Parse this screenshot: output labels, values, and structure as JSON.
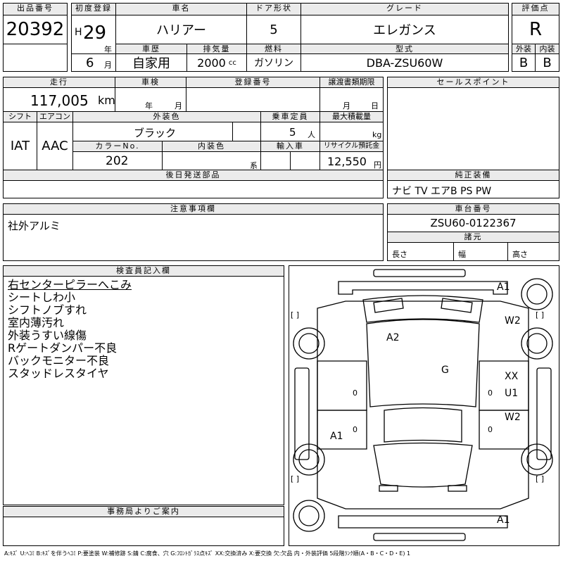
{
  "labels": {
    "lot_no": "出品番号",
    "first_reg": "初度登録",
    "car_name": "車名",
    "door": "ドア形状",
    "grade": "グレード",
    "score": "評価点",
    "history": "車歴",
    "displacement": "排気量",
    "fuel": "燃料",
    "model": "型式",
    "exterior": "外装",
    "interior": "内装",
    "mileage": "走行",
    "inspection": "車検",
    "reg_no": "登録番号",
    "transfer": "譲渡書類期限",
    "sales_point": "セールスポイント",
    "shift": "シフト",
    "aircon": "エアコン",
    "ext_color": "外装色",
    "capacity": "乗車定員",
    "max_load": "最大積載量",
    "color_no": "カラーNo.",
    "int_color": "内装色",
    "import": "輸入車",
    "recycle": "リサイクル預託金",
    "later_parts": "後日発送部品",
    "genuine_equip": "純正装備",
    "notes": "注意事項欄",
    "chassis": "車台番号",
    "dimensions": "諸元",
    "length": "長さ",
    "width": "幅",
    "height": "高さ",
    "inspector": "検査員記入欄",
    "office": "事務局よりご案内"
  },
  "vehicle": {
    "lot_no": "20392",
    "era": "H",
    "year": "29",
    "year_unit": "年",
    "month": "6",
    "month_unit": "月",
    "car_name": "ハリアー",
    "doors": "5",
    "grade": "エレガンス",
    "score": "R",
    "history": "自家用",
    "displacement": "2000",
    "displacement_unit": "cc",
    "fuel": "ガソリン",
    "model": "DBA-ZSU60W",
    "exterior_grade": "B",
    "interior_grade": "B",
    "mileage": "117,005",
    "mileage_unit": "km",
    "inspection_year_unit": "年",
    "inspection_month_unit": "月",
    "transfer_month_unit": "月",
    "transfer_day_unit": "日",
    "shift": "IAT",
    "aircon": "AAC",
    "ext_color": "ブラック",
    "capacity": "5",
    "capacity_unit": "人",
    "max_load_unit": "kg",
    "color_no": "202",
    "int_color_unit": "系",
    "recycle": "12,550",
    "recycle_unit": "円",
    "genuine_equip": "ナビ TV エアB PS PW",
    "notes": "社外アルミ",
    "chassis": "ZSU60-0122367"
  },
  "remarks": [
    "右センターピラーへこみ",
    "シートしわ小",
    "シフトノブすれ",
    "室内薄汚れ",
    "外装うすい線傷",
    "Rゲートダンパー不良",
    "バックモニター不良",
    "スタッドレスタイヤ"
  ],
  "diagram": {
    "marks": {
      "a1_top": "A1",
      "w2_top": "W2",
      "a2": "A2",
      "g": "G",
      "xx": "XX",
      "u1": "U1",
      "w2_right": "W2",
      "a1_left": "A1",
      "a1_bottom": "A1"
    },
    "bracket": "[   ]",
    "zero": "0"
  },
  "legend": "A:ｷｽﾞ U:ﾍｺﾐ B:ｷｽﾞを伴うﾍｺﾐ P:要塗装 W:補修跡 S:錆 C:腐食、穴 G:ﾌﾛﾝﾄｶﾞﾗｽ点ｷｽﾞ XX:交換済み X:要交換 欠:欠品 内・外装評価 5段階ﾗﾝｸ順(A・B・C・D・E) 1"
}
